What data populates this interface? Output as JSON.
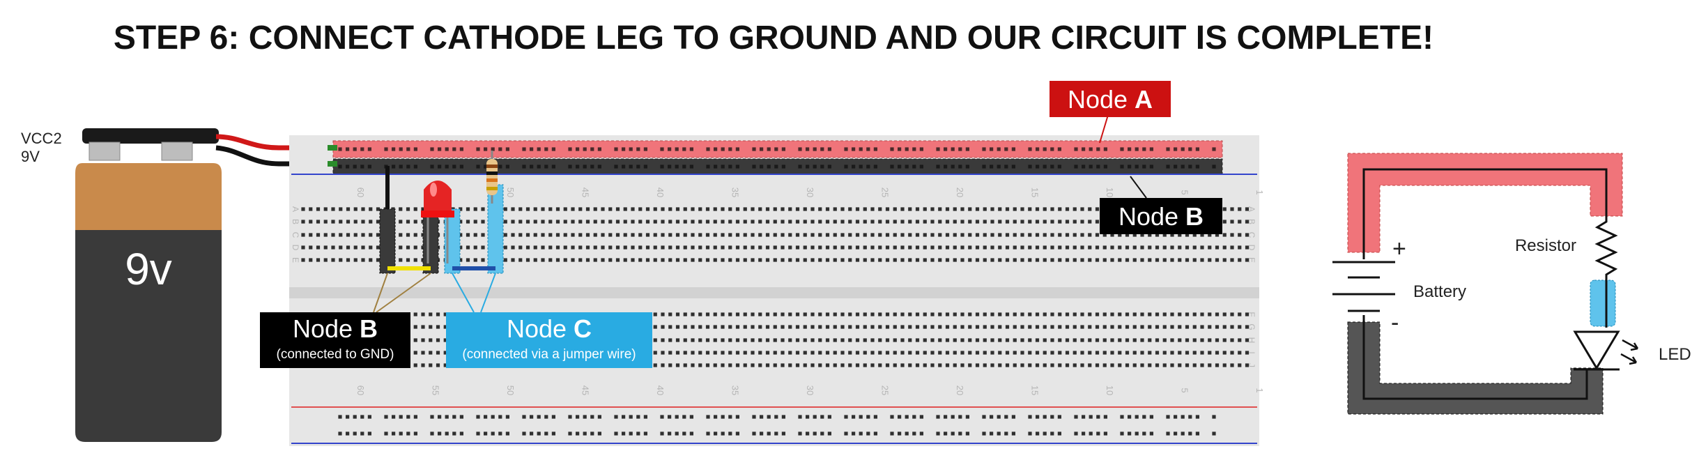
{
  "title": "STEP 6: CONNECT CATHODE LEG TO GROUND AND OUR CIRCUIT IS COMPLETE!",
  "battery": {
    "vcc_label": "VCC2",
    "voltage_label": "9V",
    "body_label": "9v"
  },
  "breadboard": {
    "column_numbers": [
      "60",
      "55",
      "50",
      "45",
      "40",
      "35",
      "30",
      "25",
      "20",
      "15",
      "10",
      "5",
      "1"
    ],
    "row_letters_top": [
      "A",
      "B",
      "C",
      "D",
      "E"
    ],
    "row_letters_bottom": [
      "F",
      "G",
      "H",
      "I",
      "J"
    ]
  },
  "nodes": {
    "a": {
      "name": "Node ",
      "letter": "A"
    },
    "b_rail": {
      "name": "Node ",
      "letter": "B"
    },
    "b": {
      "name": "Node ",
      "letter": "B",
      "note": "(connected to GND)"
    },
    "c": {
      "name": "Node ",
      "letter": "C",
      "note": "(connected via a jumper wire)"
    }
  },
  "schematic": {
    "battery_label": "Battery",
    "resistor_label": "Resistor",
    "led_label": "LED",
    "plus": "+",
    "minus": "-"
  },
  "colors": {
    "node_a": "#cc1111",
    "node_b": "#000000",
    "node_c": "#29abe2",
    "red_rail": "#f0747a",
    "dark_rail": "#3a3a3a",
    "breadboard": "#e6e6e6"
  }
}
